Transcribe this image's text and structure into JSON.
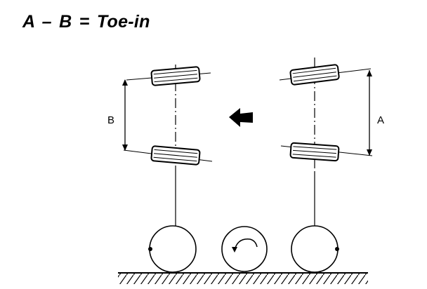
{
  "title": "A – B = Toe-in",
  "labels": {
    "dimension_front": "B",
    "dimension_rear": "A"
  },
  "icons": {
    "direction": "left-arrow-icon",
    "rotation": "rotation-arrow-icon"
  },
  "colors": {
    "ink": "#000000",
    "background": "#ffffff"
  }
}
